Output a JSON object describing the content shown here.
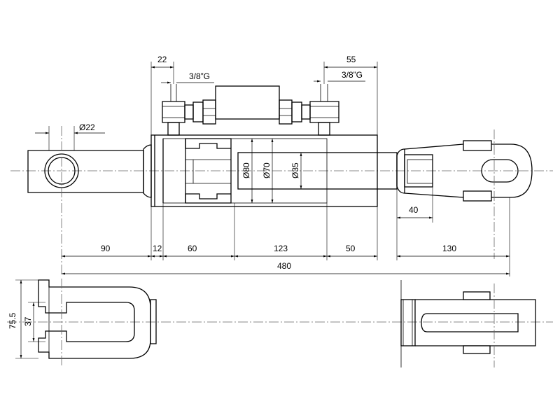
{
  "dimensions": {
    "port_left_width": "22",
    "port_right_width": "55",
    "thread_left": "3/8”G",
    "thread_right": "3/8”G",
    "pin_hole": "Ø22",
    "bore_outer": "Ø80",
    "bore_inner": "Ø70",
    "rod": "Ø35",
    "len_90": "90",
    "len_12": "12",
    "len_60": "60",
    "len_123": "123",
    "len_50": "50",
    "len_130": "130",
    "len_40": "40",
    "total_length": "480",
    "clevis_outer": "75.5",
    "clevis_inner": "37"
  }
}
